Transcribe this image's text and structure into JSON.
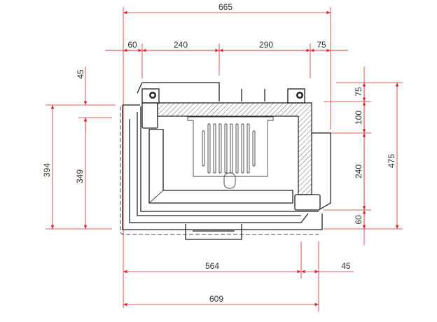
{
  "top": {
    "overall": "665",
    "segments": [
      "60",
      "240",
      "290",
      "75"
    ]
  },
  "left": {
    "top_offset": "45",
    "outer_height": "394",
    "inner_height": "349"
  },
  "right": {
    "segments": [
      "75",
      "100",
      "240",
      "60"
    ],
    "overall": "475"
  },
  "bottom": {
    "width": "564",
    "offset": "45",
    "overall": "609"
  },
  "colors": {
    "dimension_line": "#e0202a",
    "outline": "#222222"
  }
}
